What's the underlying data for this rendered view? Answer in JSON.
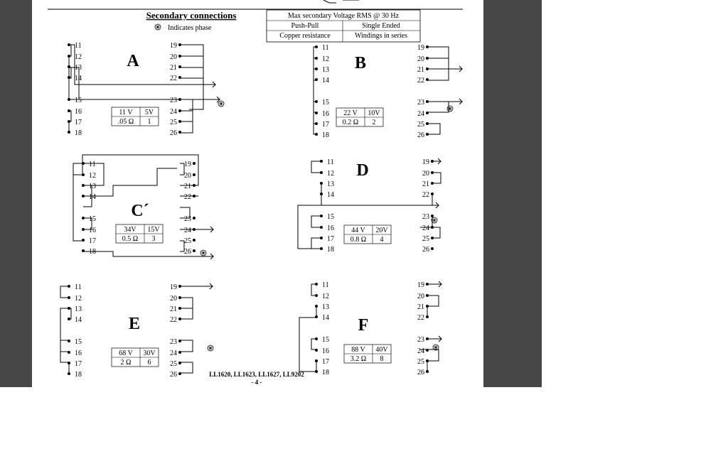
{
  "page": {
    "title": "Secondary connections",
    "phase_note": "Indicates phase",
    "legend": {
      "header": "Max secondary Voltage RMS @ 30 Hz",
      "col1": "Push-Pull",
      "col2": "Single Ended",
      "row2_col1": "Copper resistance",
      "row2_col2": "Windings in series"
    },
    "footer_models": "LL1620, LL1623, LL1627, LL9202",
    "page_number": "- 4 -"
  },
  "pin_labels": [
    "11",
    "12",
    "13",
    "14",
    "15",
    "16",
    "17",
    "18",
    "19",
    "20",
    "21",
    "22",
    "23",
    "24",
    "25",
    "26"
  ],
  "diagrams": [
    {
      "id": "A",
      "label": "A",
      "pp_voltage": "11 V",
      "se_voltage": "5V",
      "resistance": ".05 Ω",
      "windings": "1"
    },
    {
      "id": "B",
      "label": "B",
      "pp_voltage": "22 V",
      "se_voltage": "10V",
      "resistance": "0.2 Ω",
      "windings": "2"
    },
    {
      "id": "C",
      "label": "C´",
      "pp_voltage": "34V",
      "se_voltage": "15V",
      "resistance": "0.5 Ω",
      "windings": "3"
    },
    {
      "id": "D",
      "label": "D",
      "pp_voltage": "44 V",
      "se_voltage": "20V",
      "resistance": "0.8 Ω",
      "windings": "4"
    },
    {
      "id": "E",
      "label": "E",
      "pp_voltage": "68 V",
      "se_voltage": "30V",
      "resistance": "2 Ω",
      "windings": "6"
    },
    {
      "id": "F",
      "label": "F",
      "pp_voltage": "88 V",
      "se_voltage": "40V",
      "resistance": "3.2 Ω",
      "windings": "8"
    }
  ]
}
